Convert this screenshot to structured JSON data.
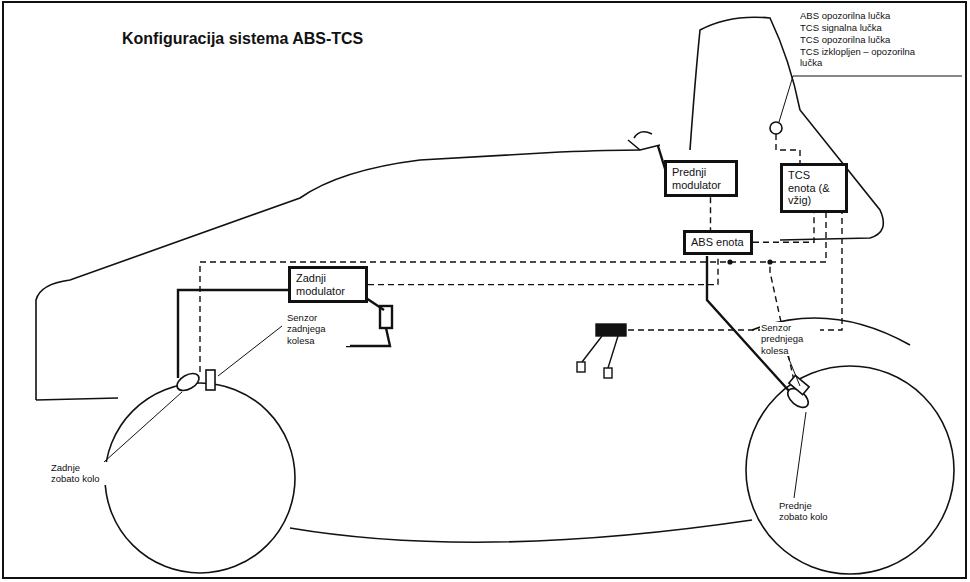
{
  "diagram": {
    "title": "Konfiguracija sistema ABS-TCS",
    "nodes": [
      {
        "text": [
          "Prednji modulator"
        ]
      },
      {
        "text": [
          "ABS enota"
        ]
      },
      {
        "text": [
          "TCS enota (& vžig)"
        ]
      },
      {
        "text": [
          "Zadnji modulator"
        ]
      }
    ],
    "edges": [
      {
        "from": 0,
        "to": 1,
        "arrow": "none"
      },
      {
        "from": 1,
        "to": 2,
        "arrow": "none"
      },
      {
        "from": 3,
        "to": 1,
        "arrow": "none"
      }
    ],
    "labels": [
      "ABS opozorilna lučka",
      "TCS signalna lučka",
      "TCS opozorilna lučka",
      "TCS izklopljen – opozorilna lučka",
      "Senzor prednjega kolesa",
      "Prednje zobato kolo",
      "Senzor zadnjega kolesa",
      "Zadnje zobato kolo"
    ]
  }
}
